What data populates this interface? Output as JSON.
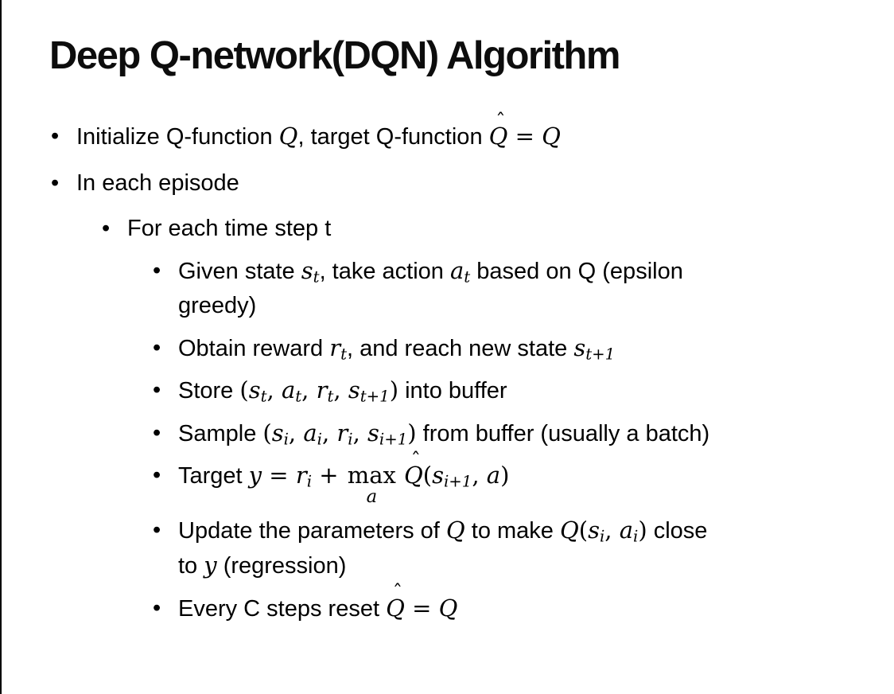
{
  "slide": {
    "title": "Deep Q-network(DQN) Algorithm",
    "bullet_glyph": "•",
    "hat_glyph": "ˆ",
    "colors": {
      "background": "#ffffff",
      "text": "#000000",
      "edge_line": "#000000"
    },
    "bullets": [
      {
        "level": 1,
        "segments": [
          {
            "t": "Initialize Q-function "
          },
          {
            "m": "Q"
          },
          {
            "t": ", target Q-function "
          },
          {
            "hat": "Q"
          },
          {
            "o": " = "
          },
          {
            "m": "Q"
          }
        ]
      },
      {
        "level": 1,
        "segments": [
          {
            "t": "In each episode"
          }
        ]
      },
      {
        "level": 2,
        "segments": [
          {
            "t": "For each time step t"
          }
        ]
      },
      {
        "level": 3,
        "segments": [
          {
            "t": "Given state "
          },
          {
            "sub": {
              "b": "s",
              "s": "t"
            }
          },
          {
            "t": ", take action "
          },
          {
            "sub": {
              "b": "a",
              "s": "t"
            }
          },
          {
            "t": " based on Q (epsilon"
          },
          {
            "br": true
          },
          {
            "t": "greedy)"
          }
        ]
      },
      {
        "level": 3,
        "segments": [
          {
            "t": "Obtain reward "
          },
          {
            "sub": {
              "b": "r",
              "s": "t"
            }
          },
          {
            "t": ", and reach new state "
          },
          {
            "sub": {
              "b": "s",
              "s": "t+1"
            }
          }
        ]
      },
      {
        "level": 3,
        "segments": [
          {
            "t": "Store "
          },
          {
            "o": "("
          },
          {
            "sub": {
              "b": "s",
              "s": "t"
            }
          },
          {
            "o": ", "
          },
          {
            "sub": {
              "b": "a",
              "s": "t"
            }
          },
          {
            "o": ", "
          },
          {
            "sub": {
              "b": "r",
              "s": "t"
            }
          },
          {
            "o": ", "
          },
          {
            "sub": {
              "b": "s",
              "s": "t+1"
            }
          },
          {
            "o": ")"
          },
          {
            "t": " into buffer"
          }
        ]
      },
      {
        "level": 3,
        "segments": [
          {
            "t": "Sample "
          },
          {
            "o": "("
          },
          {
            "sub": {
              "b": "s",
              "s": "i"
            }
          },
          {
            "o": ", "
          },
          {
            "sub": {
              "b": "a",
              "s": "i"
            }
          },
          {
            "o": ", "
          },
          {
            "sub": {
              "b": "r",
              "s": "i"
            }
          },
          {
            "o": ", "
          },
          {
            "sub": {
              "b": "s",
              "s": "i+1"
            }
          },
          {
            "o": ")"
          },
          {
            "t": " from buffer (usually a batch)"
          }
        ]
      },
      {
        "level": 3,
        "segments": [
          {
            "t": "Target "
          },
          {
            "m": "y"
          },
          {
            "o": " = "
          },
          {
            "sub": {
              "b": "r",
              "s": "i"
            }
          },
          {
            "o": " + "
          },
          {
            "max": {
              "top": "max",
              "bot": "a"
            }
          },
          {
            "t": " "
          },
          {
            "hat": "Q"
          },
          {
            "o": "("
          },
          {
            "sub": {
              "b": "s",
              "s": "i+1"
            }
          },
          {
            "o": ", "
          },
          {
            "m": "a"
          },
          {
            "o": ")"
          }
        ]
      },
      {
        "level": 3,
        "segments": [
          {
            "t": "Update the parameters of "
          },
          {
            "m": "Q"
          },
          {
            "t": " to make "
          },
          {
            "m": "Q"
          },
          {
            "o": "("
          },
          {
            "sub": {
              "b": "s",
              "s": "i"
            }
          },
          {
            "o": ", "
          },
          {
            "sub": {
              "b": "a",
              "s": "i"
            }
          },
          {
            "o": ")"
          },
          {
            "t": " close"
          },
          {
            "br": true
          },
          {
            "t": "to "
          },
          {
            "m": "y"
          },
          {
            "t": " (regression)"
          }
        ]
      },
      {
        "level": 3,
        "segments": [
          {
            "t": "Every C steps reset "
          },
          {
            "hat": "Q"
          },
          {
            "o": " = "
          },
          {
            "m": "Q"
          }
        ]
      }
    ]
  }
}
